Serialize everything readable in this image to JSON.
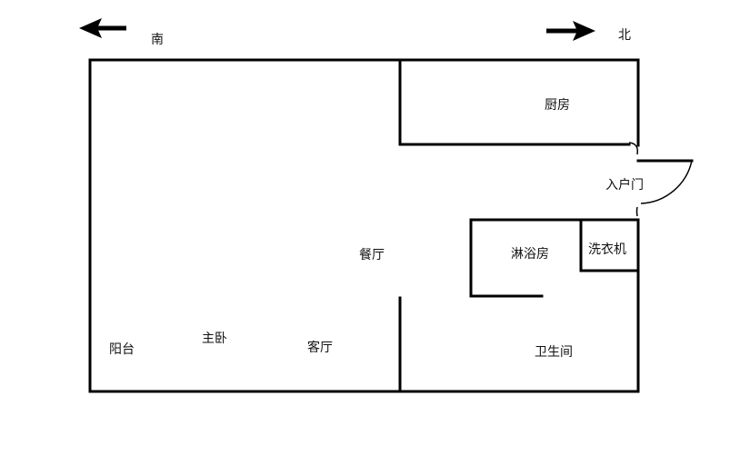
{
  "colors": {
    "background": "#ffffff",
    "wall": "#000000",
    "text": "#111111"
  },
  "compass": {
    "south": "南",
    "north": "北",
    "south_arrow_icon": "arrow-left-icon",
    "north_arrow_icon": "arrow-right-icon"
  },
  "rooms": {
    "kitchen": "厨房",
    "entrance_door": "入户门",
    "dining_room": "餐厅",
    "shower_room": "淋浴房",
    "washing_machine": "洗衣机",
    "balcony": "阳台",
    "master_bedroom": "主卧",
    "living_room": "客厅",
    "bathroom": "卫生间"
  }
}
